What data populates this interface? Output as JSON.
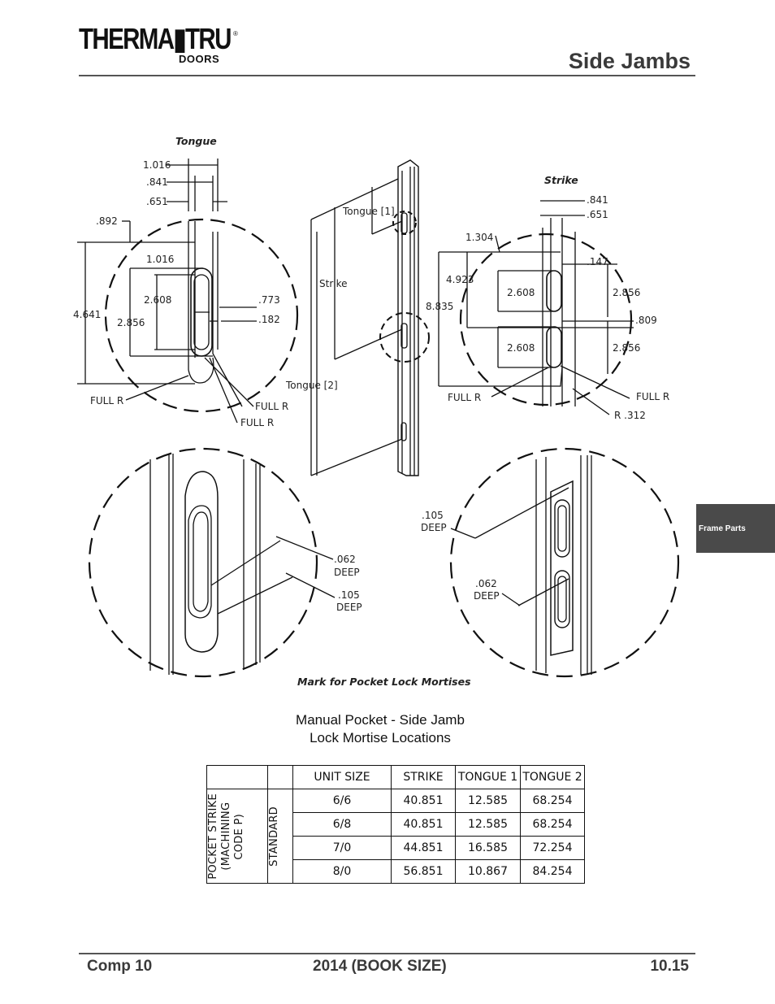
{
  "header": {
    "logo_main": "THERMA▮TRU",
    "logo_sub": "DOORS",
    "logo_reg": "®",
    "page_title": "Side Jambs"
  },
  "side_tab": {
    "label": "Frame Parts"
  },
  "drawing": {
    "tongue_label": "Tongue",
    "strike_label": "Strike",
    "mortise_caption": "Mark for Pocket Lock Mortises",
    "tongue_dims": {
      "d1016a": "1.016",
      "d841": ".841",
      "d651": ".651",
      "d892": ".892",
      "d1016b": "1.016",
      "d4641": "4.641",
      "d2608": "2.608",
      "d2856": "2.856",
      "d773": ".773",
      "d182": ".182",
      "full_r1": "FULL R",
      "full_r2": "FULL R",
      "full_r3": "FULL R"
    },
    "jamb_dims": {
      "tongue1": "Tongue [1]",
      "strike": "Strike",
      "tongue2": "Tongue [2]"
    },
    "strike_dims": {
      "d841": ".841",
      "d651": ".651",
      "d1304": "1.304",
      "d147": ".147",
      "d4923": "4.923",
      "d8835": "8.835",
      "d2608a": "2.608",
      "d2856a": "2.856",
      "d809": ".809",
      "d2608b": "2.608",
      "d2856b": "2.856",
      "full_r1": "FULL R",
      "full_r2": "FULL R",
      "r312": "R .312"
    },
    "detail_left": {
      "d062": ".062",
      "deep1": "DEEP",
      "d105": ".105",
      "deep2": "DEEP"
    },
    "detail_right": {
      "d105": ".105",
      "deep1": "DEEP",
      "d062": ".062",
      "deep2": "DEEP"
    }
  },
  "table": {
    "caption_line1": "Manual Pocket - Side Jamb",
    "caption_line2": "Lock Mortise Locations",
    "group_label_line1": "POCKET STRIKE",
    "group_label_line2": "(MACHINING",
    "group_label_line3": "CODE P)",
    "subgroup_label": "STANDARD",
    "headers": [
      "UNIT SIZE",
      "STRIKE",
      "TONGUE 1",
      "TONGUE 2"
    ],
    "rows": [
      [
        "6/6",
        "40.851",
        "12.585",
        "68.254"
      ],
      [
        "6/8",
        "40.851",
        "12.585",
        "68.254"
      ],
      [
        "7/0",
        "44.851",
        "16.585",
        "72.254"
      ],
      [
        "8/0",
        "56.851",
        "10.867",
        "84.254"
      ]
    ]
  },
  "footer": {
    "left": "Comp 10",
    "center": "2014 (BOOK SIZE)",
    "right": "10.15"
  }
}
